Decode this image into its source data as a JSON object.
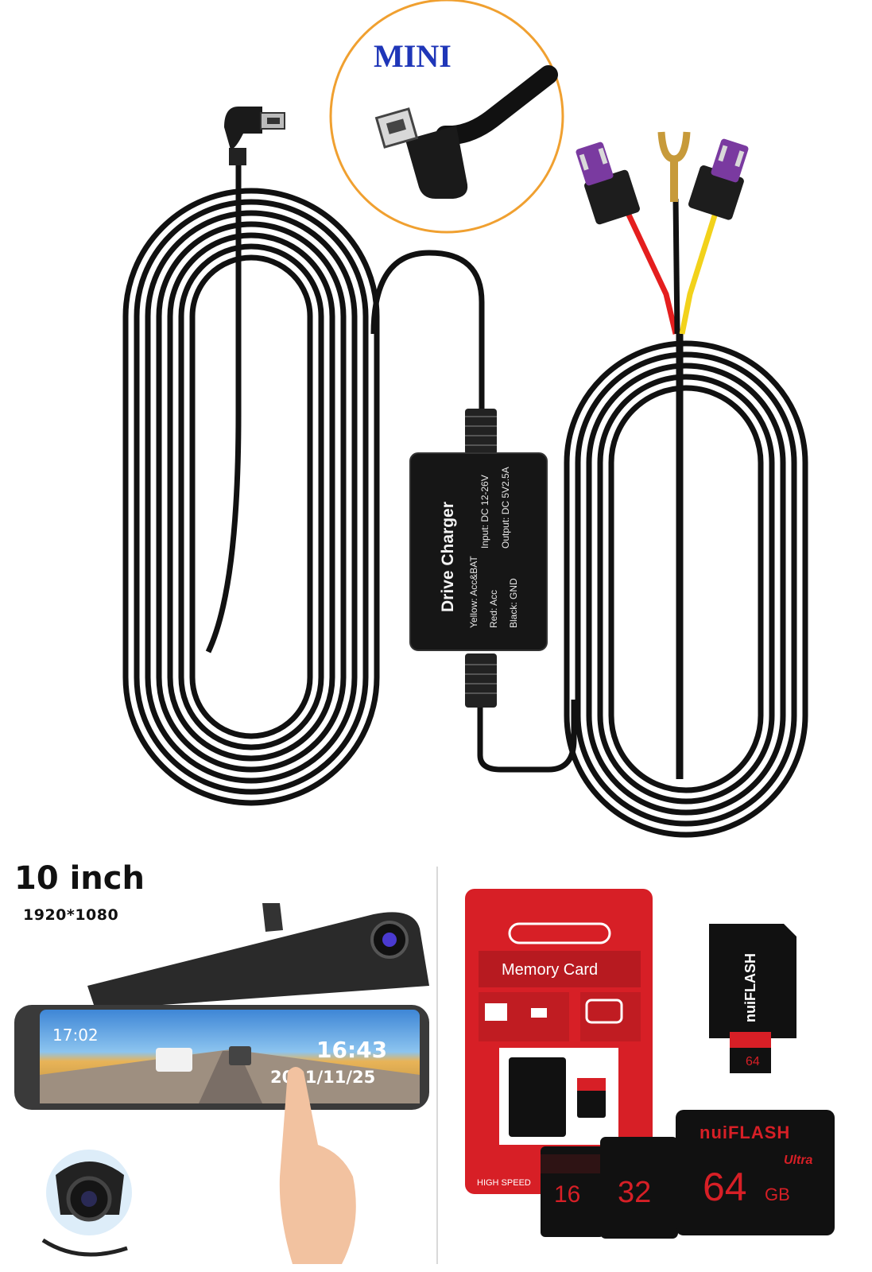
{
  "cable_kit": {
    "mini_label": "MINI",
    "box_title": "Drive Charger",
    "box_lines": [
      "Yellow: Acc&BAT",
      "Red: Acc",
      "Black: GND"
    ],
    "box_specs": [
      "Input: DC 12-26V",
      "Output: DC 5V2.5A"
    ],
    "wire_colors": {
      "red": "#e41e1e",
      "yellow": "#f2d21b",
      "black": "#111111"
    }
  },
  "mirror": {
    "size_label": "10 inch",
    "resolution": "1920*1080",
    "screen_clock": "17:02",
    "screen_time": "16:43",
    "screen_date": "2021/11/25"
  },
  "memory": {
    "package_label": "Memory Card",
    "brand": "nuiFLASH",
    "sizes": [
      "16",
      "32",
      "64"
    ],
    "unit": "GB",
    "ultra_label": "Ultra",
    "small_card_label": "64",
    "speed_label": "HIGH SPEED",
    "accent": "#d71f26"
  }
}
